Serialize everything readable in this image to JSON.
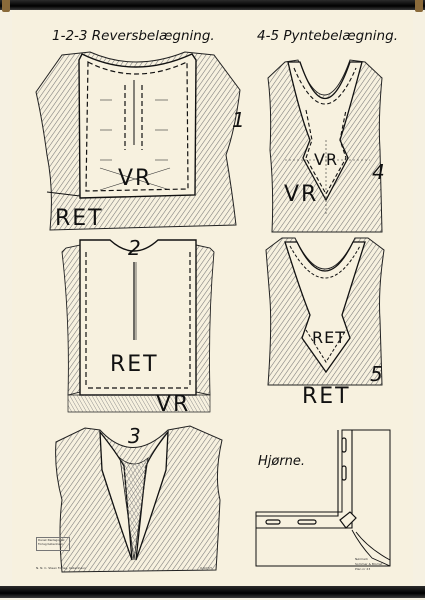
{
  "title_left": "1-2-3 Reversbelægning.",
  "title_right": "4-5 Pyntebelægning.",
  "figures": [
    {
      "id": "fig1",
      "number": "1",
      "labels": [
        "VR",
        "RET"
      ]
    },
    {
      "id": "fig2",
      "number": "2",
      "labels": [
        "RET",
        "VR"
      ]
    },
    {
      "id": "fig3",
      "number": "3",
      "labels": []
    },
    {
      "id": "fig4",
      "number": "4",
      "labels": [
        "VR",
        "VR"
      ]
    },
    {
      "id": "fig5",
      "number": "5",
      "labels": [
        "RET",
        "RET"
      ]
    },
    {
      "id": "corner",
      "label": "Hjørne."
    }
  ],
  "footer": {
    "stamp": "Dansk Pædagogisk Forlag København",
    "publisher": "N. N. C. Steen Forlag, København",
    "center": "O.N.H.H.",
    "right_line1": "Nørmark",
    "right_line2": "Sommer & Blomst",
    "right_line3": "Plan nr 23"
  },
  "colors": {
    "paper": "#f7f1df",
    "ink": "#111111",
    "hatch": "#8c8c8c",
    "rod": "#111111"
  }
}
